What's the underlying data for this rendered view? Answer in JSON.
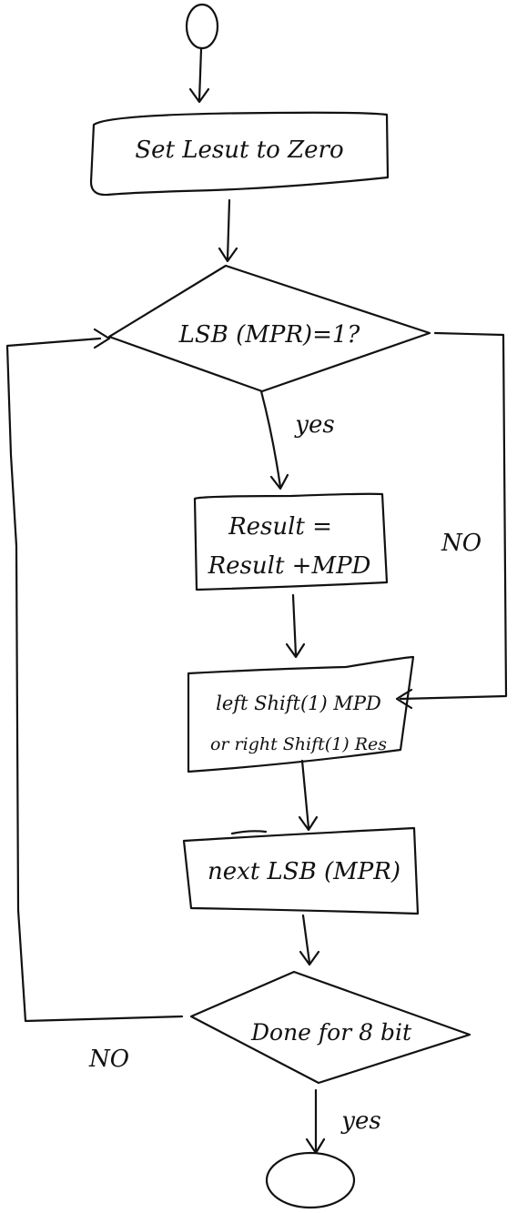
{
  "flowchart": {
    "start_label": "",
    "end_label": "",
    "box_set_result": "Set Lesut to Zero",
    "decision_lsb": "LSB (MPR)=1?",
    "box_add_line1": "Result =",
    "box_add_line2": "Result +MPD",
    "box_shift_line1": "left Shift(1) MPD",
    "box_shift_line2": "or right Shift(1) Res",
    "box_next": "next LSB (MPR)",
    "decision_done": "Done for 8 bit",
    "label_yes_1": "yes",
    "label_no_right": "NO",
    "label_no_left": "NO",
    "label_yes_2": "yes"
  }
}
